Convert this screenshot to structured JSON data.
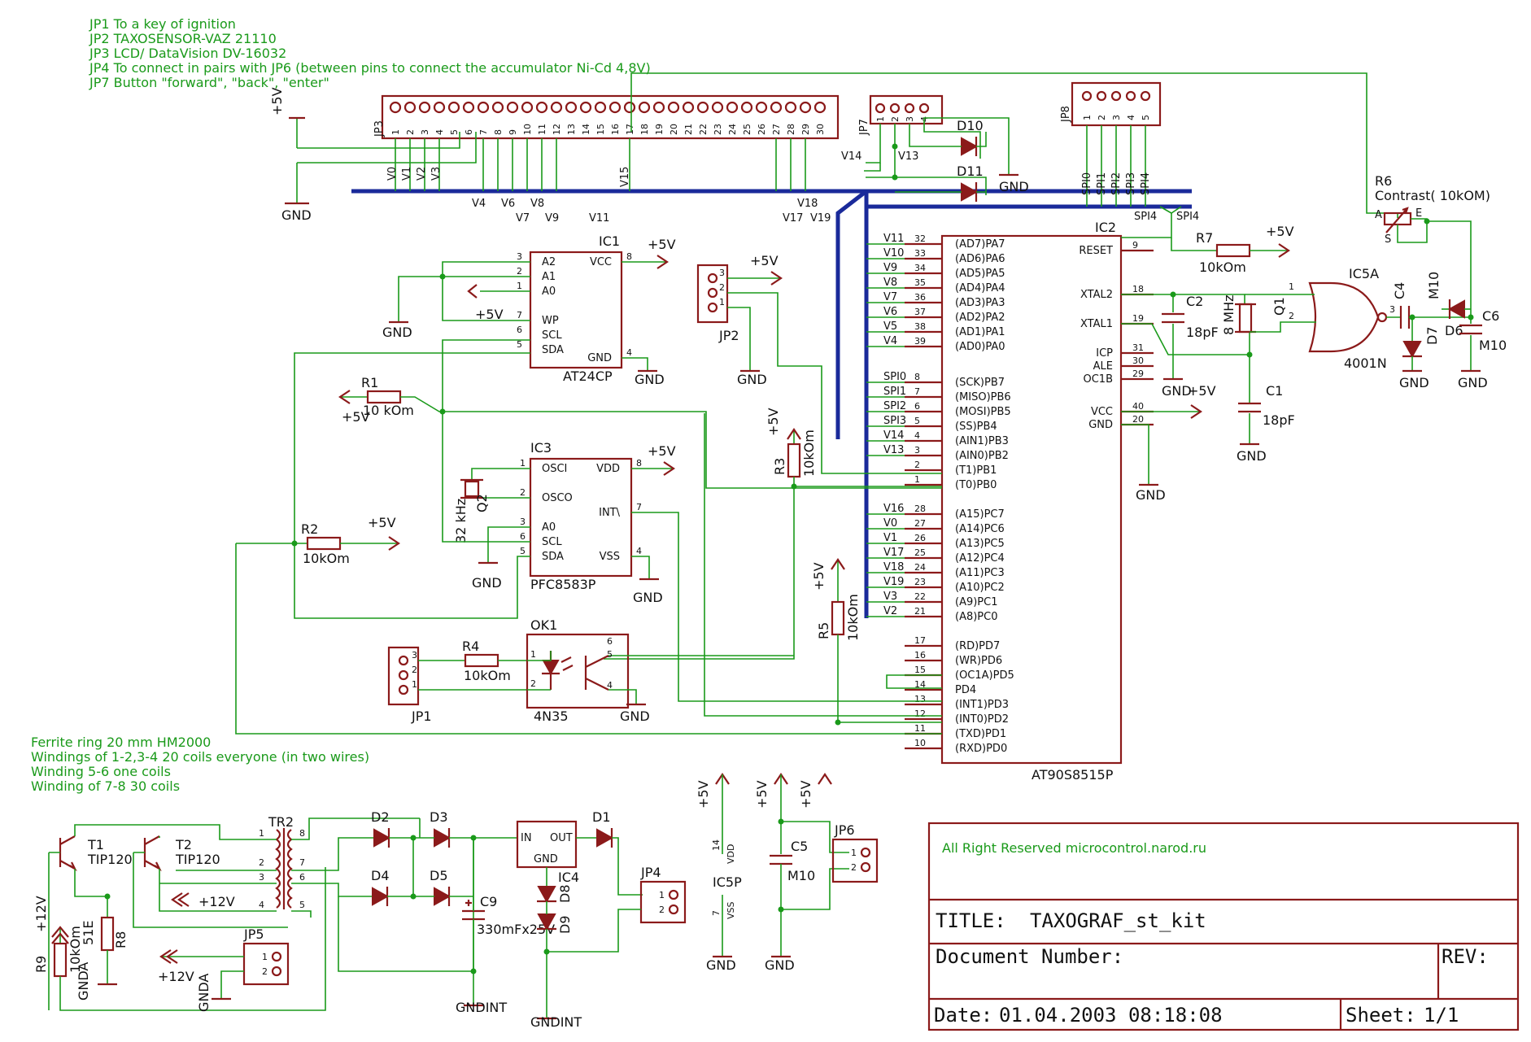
{
  "notes_top": [
    "JP1 To a key of ignition",
    "JP2 TAXOSENSOR-VAZ 21110",
    "JP3 LCD/ DataVision DV-16032",
    "JP4 To connect in pairs with JP6 (between pins to connect the accumulator Ni-Cd 4,8V)",
    "JP7 Button \"forward\", \"back\", \"enter\""
  ],
  "notes_bottom": [
    "Ferrite ring 20 mm HM2000",
    "Windings of 1-2,3-4 20 coils everyone (in two wires)",
    "Winding 5-6 one coils",
    "Winding of 7-8 30 coils"
  ],
  "power": {
    "p5": "+5V",
    "p12": "+12V",
    "gnd": "GND",
    "gndint": "GNDINT",
    "gnda": "GNDA"
  },
  "jp3": {
    "name": "JP3",
    "pins": [
      "1",
      "2",
      "3",
      "4",
      "5",
      "6",
      "7",
      "8",
      "9",
      "10",
      "11",
      "12",
      "13",
      "14",
      "15",
      "16",
      "17",
      "18",
      "19",
      "20",
      "21",
      "22",
      "23",
      "24",
      "25",
      "26",
      "27",
      "28",
      "29",
      "30"
    ]
  },
  "jp3_nets": {
    "top": [
      "V0",
      "V1",
      "V2",
      "V3",
      "V15"
    ],
    "bottom": [
      "V4",
      "V6",
      "V8",
      "V7",
      "V9",
      "V11",
      "V18",
      "V17",
      "V19"
    ]
  },
  "jp7": {
    "name": "JP7",
    "pins": [
      "1",
      "2",
      "3",
      "4"
    ],
    "nets": [
      "V14",
      "V13"
    ]
  },
  "jp8": {
    "name": "JP8",
    "pins": [
      "1",
      "2",
      "3",
      "4",
      "5"
    ],
    "nets": [
      "SPI0",
      "SPI1",
      "SPI2",
      "SPI3",
      "SPI4"
    ]
  },
  "diodes_top": [
    "D10",
    "D11"
  ],
  "ic1": {
    "ref": "IC1",
    "part": "AT24CP",
    "left": [
      [
        "3",
        "A2"
      ],
      [
        "2",
        "A1"
      ],
      [
        "1",
        "A0"
      ],
      [
        "7",
        "WP"
      ],
      [
        "6",
        "SCL"
      ],
      [
        "5",
        "SDA"
      ]
    ],
    "right": [
      [
        "8",
        "VCC"
      ],
      [
        "4",
        "GND"
      ]
    ]
  },
  "ic3": {
    "ref": "IC3",
    "part": "PFC8583P",
    "left": [
      [
        "1",
        "OSCI"
      ],
      [
        "2",
        "OSCO"
      ],
      [
        "3",
        "A0"
      ],
      [
        "6",
        "SCL"
      ],
      [
        "5",
        "SDA"
      ]
    ],
    "right": [
      [
        "8",
        "VDD"
      ],
      [
        "7",
        "INT\\"
      ],
      [
        "4",
        "VSS"
      ]
    ]
  },
  "ic2": {
    "ref": "IC2",
    "part": "AT90S8515P",
    "pa": [
      [
        "V11",
        "32",
        "(AD7)PA7"
      ],
      [
        "V10",
        "33",
        "(AD6)PA6"
      ],
      [
        "V9",
        "34",
        "(AD5)PA5"
      ],
      [
        "V8",
        "35",
        "(AD4)PA4"
      ],
      [
        "V7",
        "36",
        "(AD3)PA3"
      ],
      [
        "V6",
        "37",
        "(AD2)PA2"
      ],
      [
        "V5",
        "38",
        "(AD1)PA1"
      ],
      [
        "V4",
        "39",
        "(AD0)PA0"
      ]
    ],
    "pb": [
      [
        "SPI0",
        "8",
        "(SCK)PB7"
      ],
      [
        "SPI1",
        "7",
        "(MISO)PB6"
      ],
      [
        "SPI2",
        "6",
        "(MOSI)PB5"
      ],
      [
        "SPI3",
        "5",
        "(SS)PB4"
      ],
      [
        "V14",
        "4",
        "(AIN1)PB3"
      ],
      [
        "V13",
        "3",
        "(AIN0)PB2"
      ],
      [
        "",
        "2",
        "(T1)PB1"
      ],
      [
        "",
        "1",
        "(T0)PB0"
      ]
    ],
    "pc": [
      [
        "V16",
        "28",
        "(A15)PC7"
      ],
      [
        "V0",
        "27",
        "(A14)PC6"
      ],
      [
        "V1",
        "26",
        "(A13)PC5"
      ],
      [
        "V17",
        "25",
        "(A12)PC4"
      ],
      [
        "V18",
        "24",
        "(A11)PC3"
      ],
      [
        "V19",
        "23",
        "(A10)PC2"
      ],
      [
        "V3",
        "22",
        "(A9)PC1"
      ],
      [
        "V2",
        "21",
        "(A8)PC0"
      ]
    ],
    "pd": [
      [
        "17",
        "(RD)PD7"
      ],
      [
        "16",
        "(WR)PD6"
      ],
      [
        "15",
        "(OC1A)PD5"
      ],
      [
        "14",
        "PD4"
      ],
      [
        "13",
        "(INT1)PD3"
      ],
      [
        "12",
        "(INT0)PD2"
      ],
      [
        "11",
        "(TXD)PD1"
      ],
      [
        "10",
        "(RXD)PD0"
      ]
    ],
    "right": [
      [
        "9",
        "RESET"
      ],
      [
        "18",
        "XTAL2"
      ],
      [
        "19",
        "XTAL1"
      ],
      [
        "31",
        "ICP"
      ],
      [
        "30",
        "ALE"
      ],
      [
        "29",
        "OC1B"
      ],
      [
        "40",
        "VCC"
      ],
      [
        "20",
        "GND"
      ]
    ]
  },
  "spi4_labels": [
    "SPI4",
    "SPI4"
  ],
  "r6": {
    "ref": "R6",
    "value": "Contrast( 10kOM)",
    "pins": [
      "A",
      "E",
      "S"
    ]
  },
  "r7": {
    "ref": "R7",
    "value": "10kOm"
  },
  "r1": {
    "ref": "R1",
    "value": "10 kOm"
  },
  "r2": {
    "ref": "R2",
    "value": "10kOm"
  },
  "r3": {
    "ref": "R3",
    "value": "10kOm"
  },
  "r4": {
    "ref": "R4",
    "value": "10kOm"
  },
  "r5": {
    "ref": "R5",
    "value": "10kOm"
  },
  "r8": {
    "ref": "R8",
    "value": "51E"
  },
  "r9": {
    "ref": "R9",
    "value": "10kOm"
  },
  "c1": {
    "ref": "C1",
    "value": "18pF"
  },
  "c2": {
    "ref": "C2",
    "value": "18pF"
  },
  "c4": {
    "ref": "C4",
    "value": "M10"
  },
  "c5": {
    "ref": "C5",
    "value": "M10"
  },
  "c6": {
    "ref": "C6",
    "value": "M10"
  },
  "c9": {
    "ref": "C9",
    "value": "330mFx25V"
  },
  "q1": {
    "ref": "Q1",
    "value": "8 MHz"
  },
  "q2": {
    "ref": "Q2",
    "value": "32 kHz"
  },
  "ic5a": {
    "ref": "IC5A",
    "part": "4001N",
    "pins": [
      "1",
      "2",
      "3"
    ]
  },
  "d6": "D6",
  "d7": "D7",
  "jp2": {
    "name": "JP2",
    "pins": [
      "3",
      "2",
      "1"
    ]
  },
  "jp1": {
    "name": "JP1",
    "pins": [
      "3",
      "2",
      "1"
    ]
  },
  "ok1": {
    "ref": "OK1",
    "part": "4N35",
    "pins": [
      "1",
      "2",
      "6",
      "5",
      "4"
    ]
  },
  "tr2": {
    "ref": "TR2",
    "pins": [
      "1",
      "2",
      "3",
      "4",
      "8",
      "7",
      "6",
      "5"
    ]
  },
  "t1": {
    "ref": "T1",
    "part": "TIP120"
  },
  "t2": {
    "ref": "T2",
    "part": "TIP120"
  },
  "diodes_bottom": [
    "D2",
    "D3",
    "D4",
    "D5",
    "D1"
  ],
  "ic4": {
    "ref": "IC4",
    "pins": [
      "IN",
      "OUT",
      "GND"
    ]
  },
  "d8": "D8",
  "d9": "D9",
  "jp4": {
    "name": "JP4",
    "pins": [
      "1",
      "2"
    ]
  },
  "jp5": {
    "name": "JP5",
    "pins": [
      "1",
      "2"
    ]
  },
  "jp6": {
    "name": "JP6",
    "pins": [
      "1",
      "2"
    ]
  },
  "ic5p": {
    "ref": "IC5P",
    "pins": [
      "14",
      "VDD",
      "7",
      "VSS"
    ]
  },
  "title_block": {
    "rights": "All Right Reserved microcontrol.narod.ru",
    "title_label": "TITLE:",
    "title": "TAXOGRAF_st_kit",
    "docnum_label": "Document Number:",
    "rev_label": "REV:",
    "date_label": "Date:",
    "date": "01.04.2003 08:18:08",
    "sheet_label": "Sheet:",
    "sheet": "1/1"
  }
}
